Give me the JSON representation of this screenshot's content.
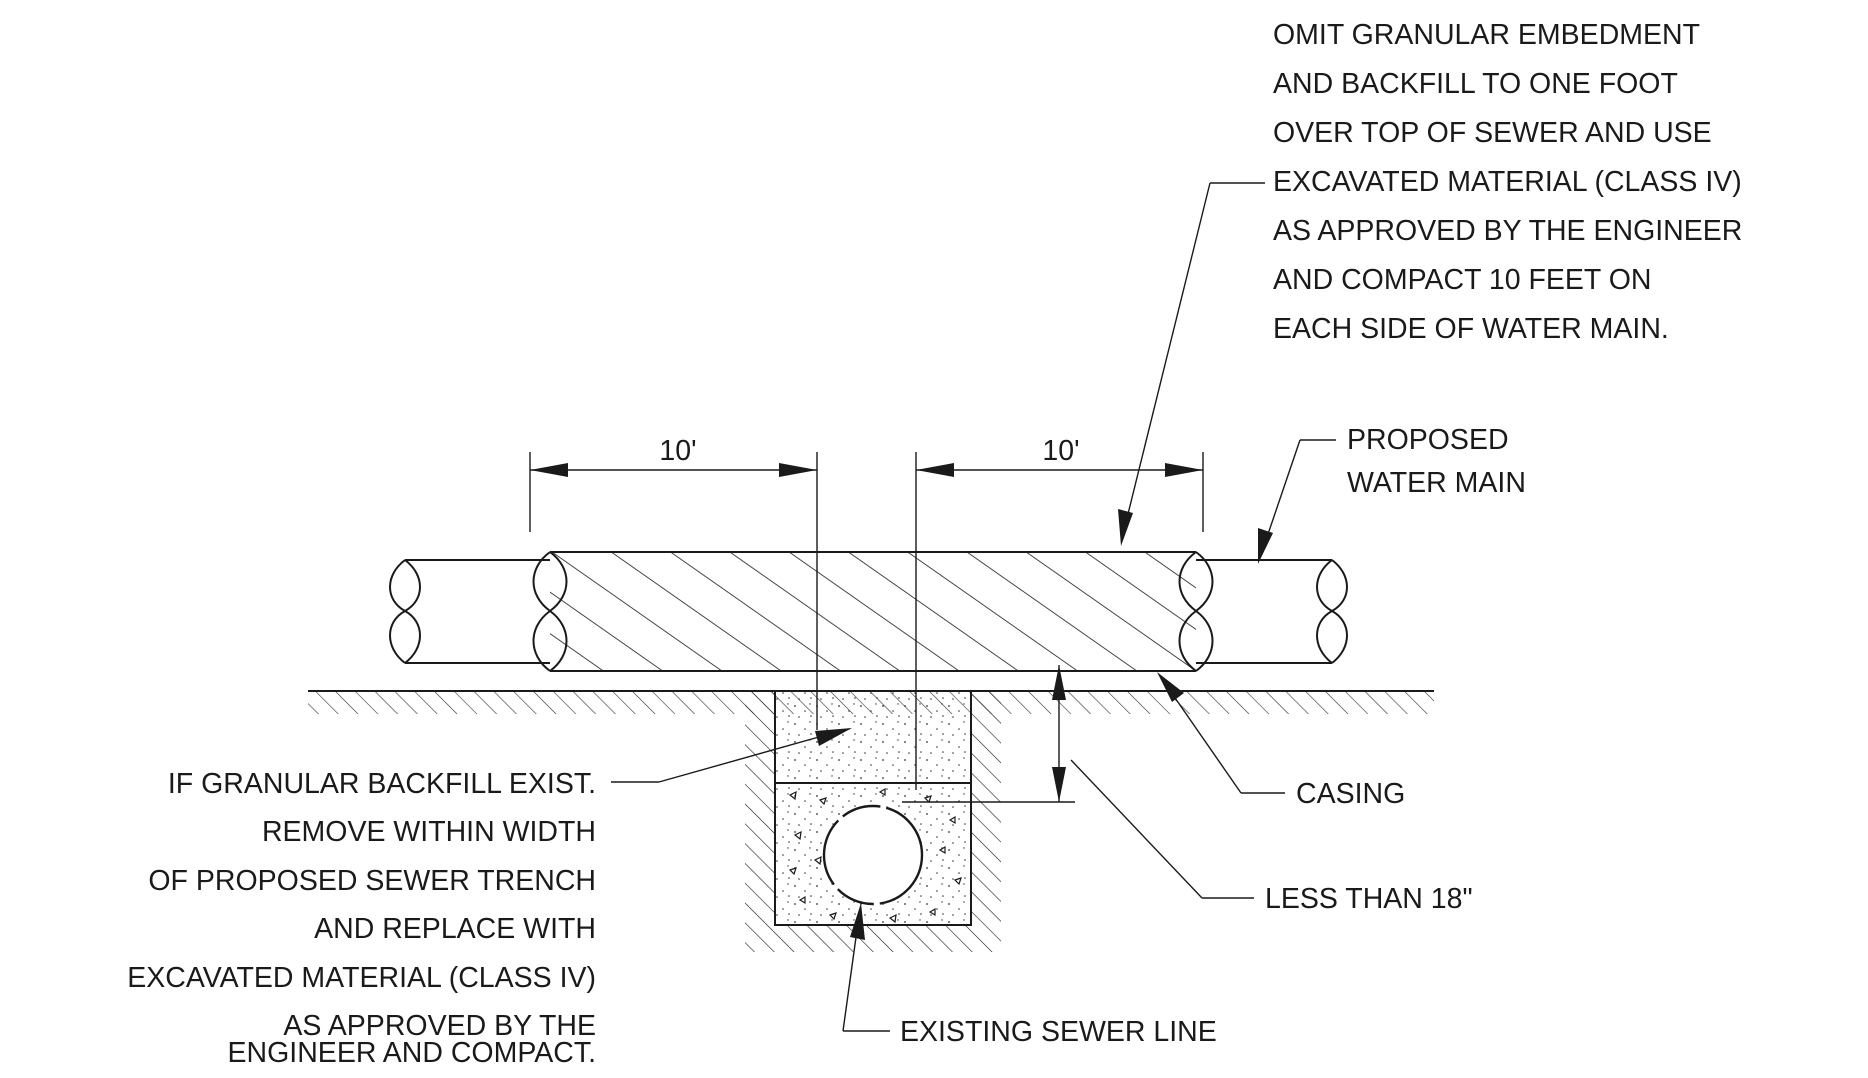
{
  "notes": {
    "top_right": [
      "OMIT GRANULAR EMBEDMENT",
      "AND BACKFILL TO ONE FOOT",
      "OVER TOP OF SEWER AND USE",
      "EXCAVATED MATERIAL (CLASS IV)",
      "AS APPROVED BY THE ENGINEER",
      "AND COMPACT 10 FEET ON",
      "EACH SIDE OF WATER MAIN."
    ],
    "proposed_water_main": [
      "PROPOSED",
      "WATER MAIN"
    ],
    "casing": "CASING",
    "less_than": "LESS THAN 18\"",
    "existing_sewer": "EXISTING SEWER LINE",
    "left": [
      "IF GRANULAR BACKFILL EXIST.",
      "REMOVE WITHIN WIDTH",
      "OF PROPOSED SEWER TRENCH",
      "AND REPLACE WITH",
      "EXCAVATED MATERIAL (CLASS IV)",
      "AS APPROVED BY THE",
      "ENGINEER AND COMPACT."
    ]
  },
  "dimensions": {
    "left": "10'",
    "right": "10'"
  },
  "colors": {
    "line": "#1a1a1a",
    "background": "#ffffff"
  }
}
